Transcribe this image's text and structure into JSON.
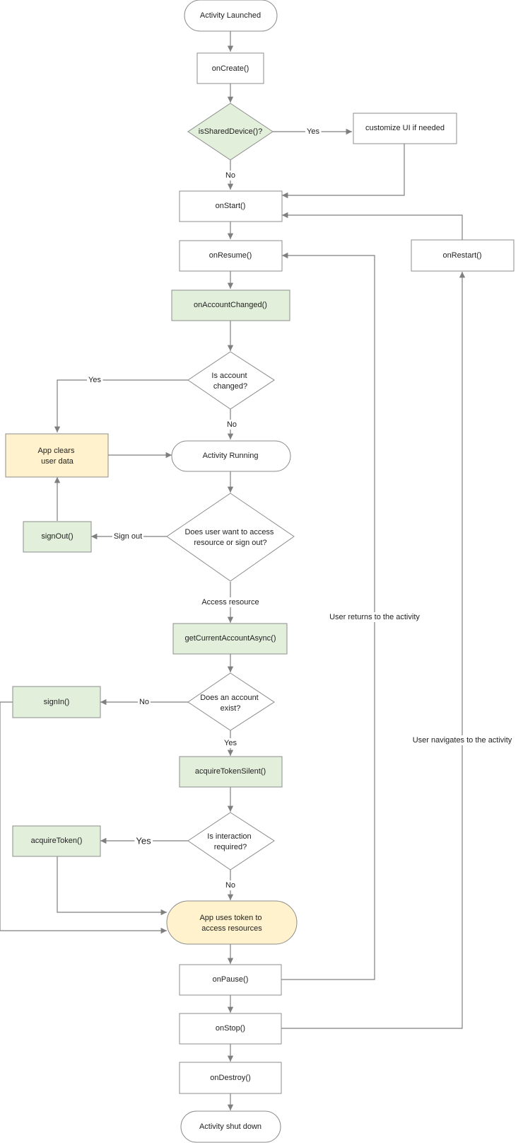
{
  "nodes": {
    "activity_launched": "Activity Launched",
    "on_create": "onCreate()",
    "is_shared_device": "isSharedDevice()?",
    "customize_ui": "customize UI if needed",
    "on_start": "onStart()",
    "on_resume": "onResume()",
    "on_restart": "onRestart()",
    "on_account_changed": "onAccountChanged()",
    "is_account_changed": [
      "Is account",
      "changed?"
    ],
    "app_clears_user_data": [
      "App clears",
      "user data"
    ],
    "activity_running": "Activity Running",
    "sign_out_fn": "signOut()",
    "access_or_sign_out": [
      "Does user want to access",
      "resource or sign out?"
    ],
    "get_current_account": "getCurrentAccountAsync()",
    "sign_in_fn": "signIn()",
    "account_exist": [
      "Does an account",
      "exist?"
    ],
    "acquire_token_silent": "acquireTokenSilent()",
    "acquire_token": "acquireToken()",
    "interaction_required": [
      "Is interaction",
      "required?"
    ],
    "app_uses_token": [
      "App uses token to",
      "access resources"
    ],
    "on_pause": "onPause()",
    "on_stop": "onStop()",
    "on_destroy": "onDestroy()",
    "activity_shut_down": "Activity shut down"
  },
  "edge_labels": {
    "shared_yes": "Yes",
    "shared_no": "No",
    "changed_yes": "Yes",
    "changed_no": "No",
    "sign_out": "Sign out",
    "access_resource": "Access resource",
    "exist_no": "No",
    "exist_yes": "Yes",
    "interaction_yes": "Yes",
    "interaction_no": "No",
    "user_returns": "User returns to the activity",
    "user_navigates": "User navigates to the activity"
  },
  "colors": {
    "green_fill": "#e2efda",
    "yellow_fill": "#fff2cc",
    "border": "#8c8c8c",
    "connector": "#7f7f7f"
  }
}
